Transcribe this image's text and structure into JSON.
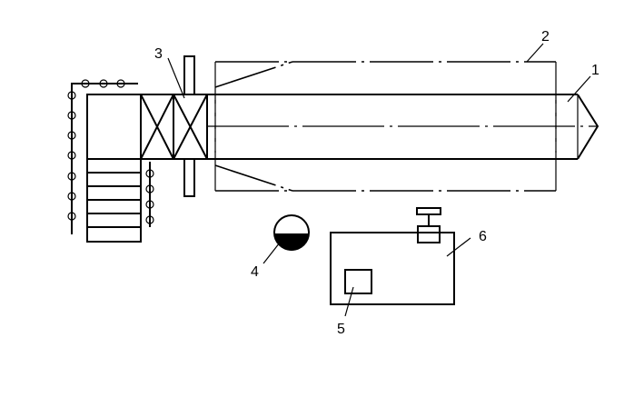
{
  "labels": {
    "l1": "1",
    "l2": "2",
    "l3": "3",
    "l4": "4",
    "l5": "5",
    "l6": "6"
  }
}
